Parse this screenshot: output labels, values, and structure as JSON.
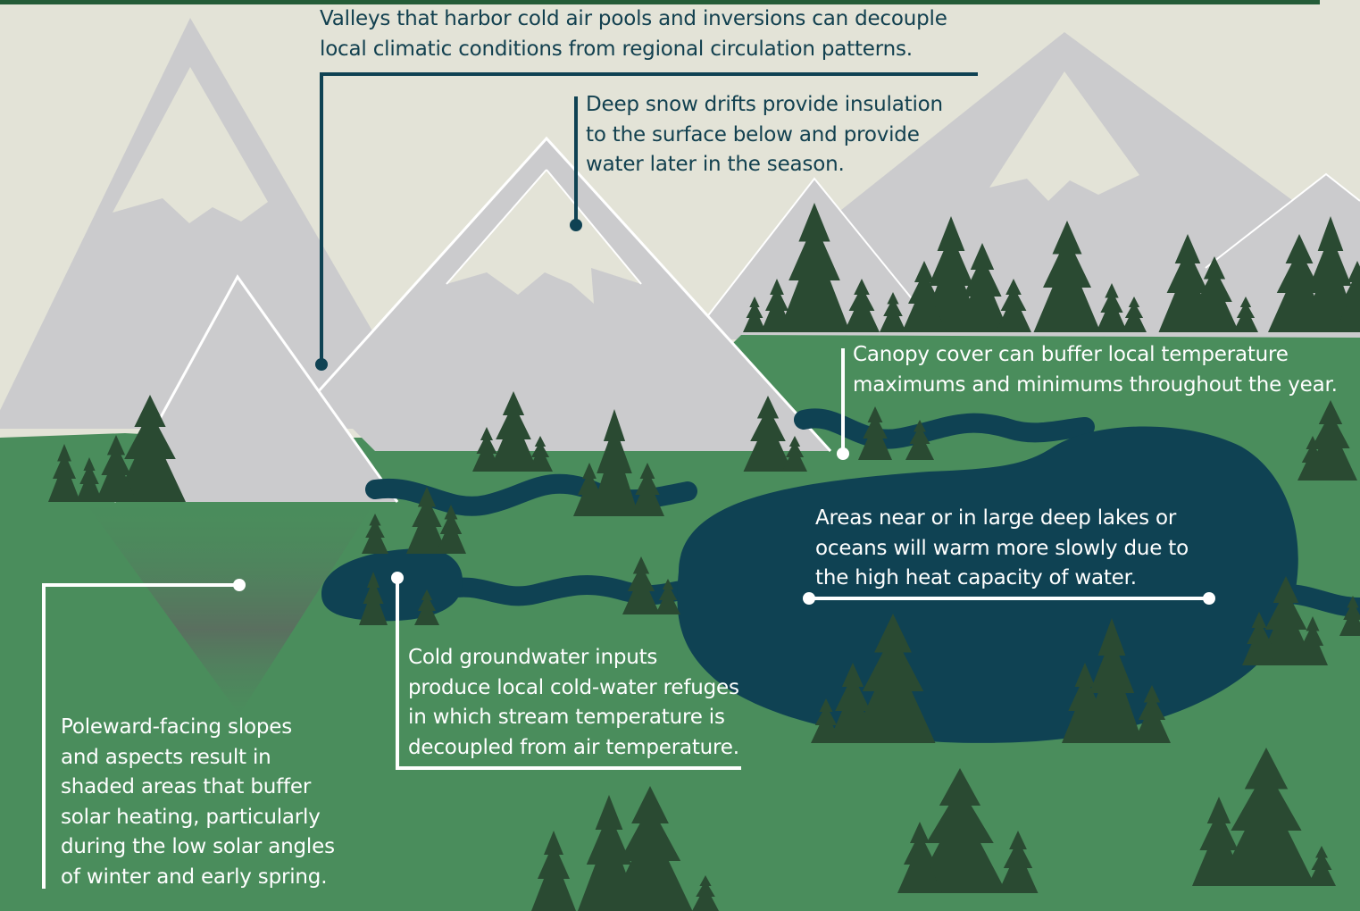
{
  "colors": {
    "sky": "#e3e3d7",
    "topbar": "#245c38",
    "mountain": "#cbcbcd",
    "snow": "#e3e3d7",
    "grass": "#4a8d5c",
    "tree": "#2a4a32",
    "water": "#0f4253",
    "ink_dark": "#12404f",
    "ink_light": "#ffffff"
  },
  "annotations": {
    "valleys": "Valleys that harbor cold air pools and inversions can decouple\nlocal climatic conditions from regional circulation patterns.",
    "snow": "Deep snow drifts provide insulation\nto the surface below and provide\nwater later in the season.",
    "canopy": "Canopy cover can buffer local temperature\nmaximums and minimums throughout the year.",
    "lakes": "Areas near or in large deep lakes or\noceans will warm more slowly due to\nthe high heat capacity of water.",
    "groundwater": "Cold groundwater inputs\nproduce local cold-water refuges\nin which stream temperature is\ndecoupled from air temperature.",
    "slopes": "Poleward-facing slopes\nand aspects result in\nshaded areas that buffer\nsolar heating, particularly\nduring the low solar angles\nof winter and early spring."
  }
}
